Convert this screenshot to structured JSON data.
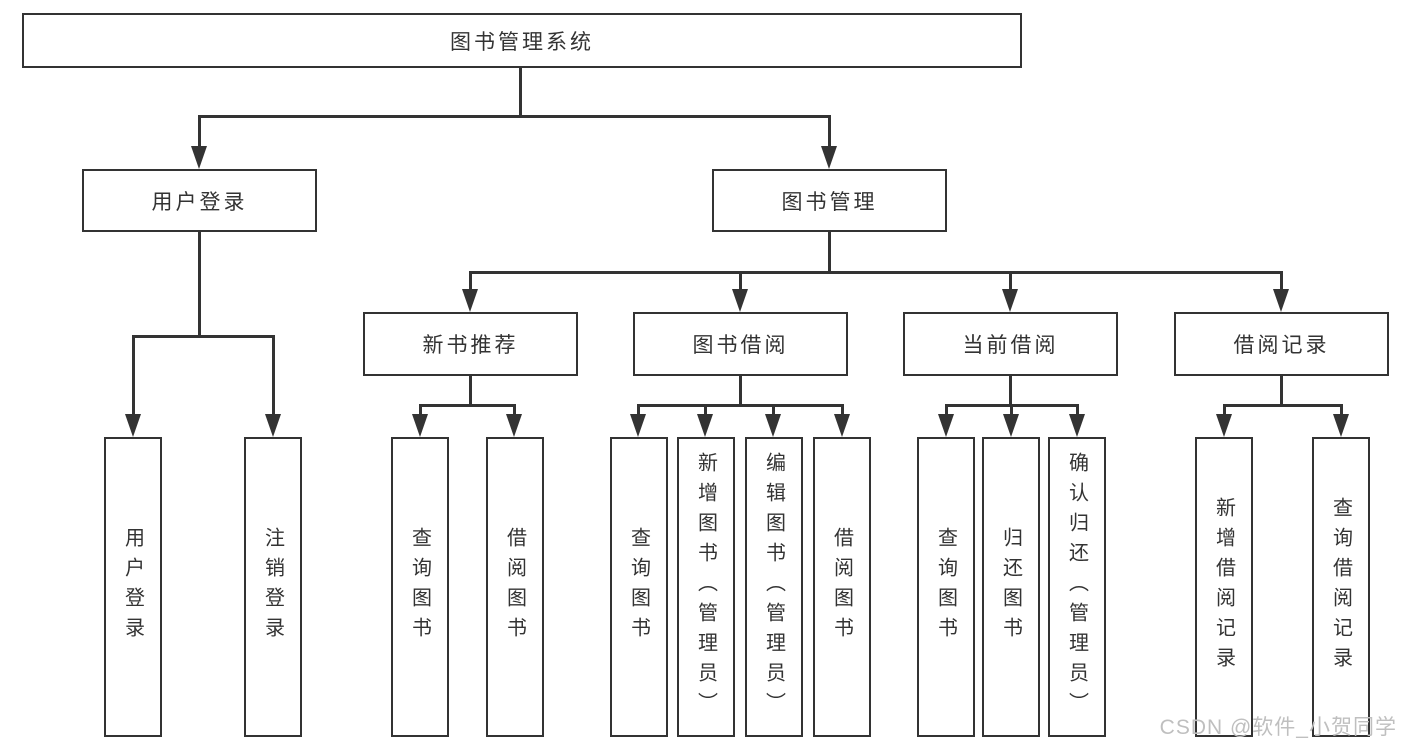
{
  "tree": {
    "root": {
      "label": "图书管理系统"
    },
    "children": [
      {
        "label": "用户登录",
        "children": [
          {
            "label": "用户登录"
          },
          {
            "label": "注销登录"
          }
        ]
      },
      {
        "label": "图书管理",
        "children": [
          {
            "label": "新书推荐",
            "children": [
              {
                "label": "查询图书"
              },
              {
                "label": "借阅图书"
              }
            ]
          },
          {
            "label": "图书借阅",
            "children": [
              {
                "label": "查询图书"
              },
              {
                "label": "新增图书（管理员）"
              },
              {
                "label": "编辑图书（管理员）"
              },
              {
                "label": "借阅图书"
              }
            ]
          },
          {
            "label": "当前借阅",
            "children": [
              {
                "label": "查询图书"
              },
              {
                "label": "归还图书"
              },
              {
                "label": "确认归还（管理员）"
              }
            ]
          },
          {
            "label": "借阅记录",
            "children": [
              {
                "label": "新增借阅记录"
              },
              {
                "label": "查询借阅记录"
              }
            ]
          }
        ]
      }
    ]
  },
  "watermark": {
    "text": "CSDN @软件_小贺同学"
  },
  "colors": {
    "line": "#333333",
    "box_border": "#333333",
    "text": "#333333",
    "background": "#ffffff",
    "watermark": "#bfbfbf"
  }
}
